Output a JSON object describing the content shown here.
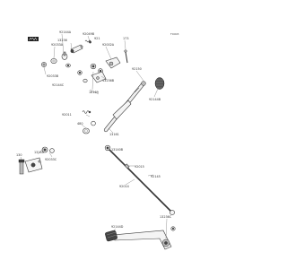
{
  "diagram": {
    "ref_code": "F0008",
    "labels": {
      "l92144a": "92144A",
      "l13236": "13236",
      "l92033a": "92033A",
      "l92049b": "92049B",
      "l921": "921",
      "l173": "173",
      "l92002a": "92002A",
      "l92033b": "92033B",
      "l16169": "16169",
      "l13236b": "13236B",
      "l92150": "92150",
      "l92144b": "92144B",
      "l92011": "92011",
      "l13161": "13161",
      "l92144c": "92144C",
      "l480": "480",
      "l130": "130",
      "l13140": "13140",
      "l92033c": "92033C",
      "l13140b": "13140B",
      "l92015": "92015",
      "l92014": "92014",
      "l92145": "92145",
      "l92144d": "92144D",
      "l13236c": "13236C"
    }
  }
}
